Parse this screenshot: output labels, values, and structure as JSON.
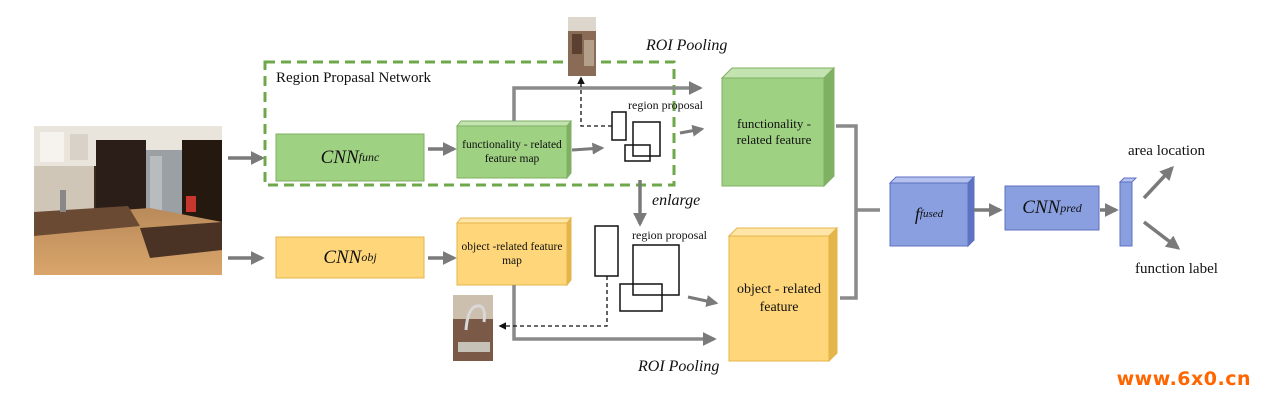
{
  "rpn_title": "Region Propasal Network",
  "roi_pooling_top": "ROI Pooling",
  "roi_pooling_bottom": "ROI Pooling",
  "enlarge": "enlarge",
  "region_proposal_top": "region proposal",
  "region_proposal_bottom": "region proposal",
  "cnn_func": {
    "main": "CNN",
    "sub": "func"
  },
  "cnn_obj": {
    "main": "CNN",
    "sub": "obj"
  },
  "func_map": "functionality - related feature map",
  "obj_map": "object -related feature map",
  "func_feature": "functionality -related feature",
  "obj_feature": "object - related feature",
  "fused": {
    "main": "f",
    "sub": "fused"
  },
  "cnn_pred": {
    "main": "CNN",
    "sub": "pred"
  },
  "area_location": "area location",
  "function_label": "function label",
  "watermark": "www.6x0.cn",
  "colors": {
    "green_fill": "#9fd183",
    "green_stroke": "#7fb064",
    "yellow_fill": "#ffd77a",
    "yellow_stroke": "#e3b54a",
    "blue_fill": "#8a9fe0",
    "blue_stroke": "#5d72c0",
    "arrow": "#7a7a7a",
    "dash_green": "#6ea84a"
  }
}
